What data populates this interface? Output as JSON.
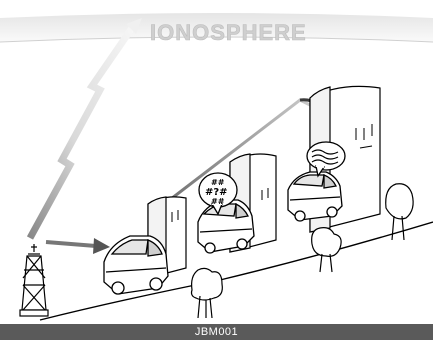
{
  "diagram": {
    "title": "IONOSPHERE",
    "code": "JBM001",
    "signal_icon": "question-mark-bubble",
    "clear_icon": "music-waves-bubble",
    "bubble_text": {
      "hash1": "##",
      "question": "#?#",
      "hash2": "##"
    }
  },
  "colors": {
    "background": "#ffffff",
    "code_bar": "#5a5a5a",
    "ionosphere_fill": "#d8d8d8",
    "ionosphere_text": "#d0d0d0",
    "signal_light": "#e6e6e6",
    "signal_dark": "#5f5f5f",
    "line": "#000000"
  }
}
